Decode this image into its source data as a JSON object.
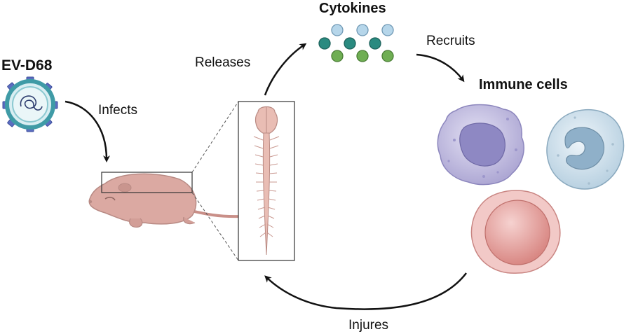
{
  "labels": {
    "virus": "EV-D68",
    "infects": "Infects",
    "releases": "Releases",
    "cytokines": "Cytokines",
    "recruits": "Recruits",
    "immune_cells": "Immune cells",
    "injures": "Injures"
  },
  "icons": {
    "virus": "virus-particle-icon",
    "mouse": "neonatal-mouse-icon",
    "cns": "brain-spinal-cord-icon",
    "cytokines": "cytokine-dots-icon",
    "immune_cells": "immune-cell-icon"
  },
  "colors": {
    "arrow": "#111111",
    "mouse_skin": "#dba9a2",
    "cns_tissue": "#e9bdb4",
    "cytokine_light": "#b6d6ea",
    "cytokine_teal": "#2a8a80",
    "cytokine_green": "#6fae53",
    "cell_purple": "#b4afd7",
    "cell_blue": "#bfd5e3",
    "cell_red": "#e39591",
    "virus_capsid": "#3f9ba6",
    "virus_spikes": "#5b6dc0"
  }
}
